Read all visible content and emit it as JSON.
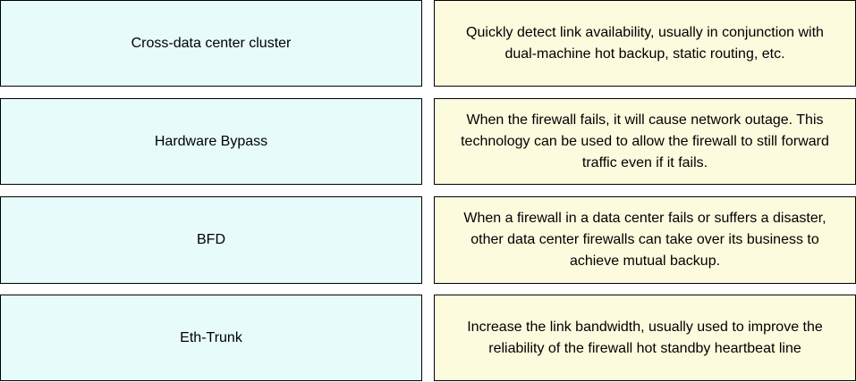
{
  "colors": {
    "term_box_fill": "#e7fbfb",
    "description_box_fill": "#fdfbde",
    "border": "#000000"
  },
  "terms": [
    "Cross-data center cluster",
    "Hardware Bypass",
    "BFD",
    "Eth-Trunk"
  ],
  "descriptions": [
    "Quickly detect link availability, usually in conjunction with dual-machine hot backup, static routing, etc.",
    "When the firewall fails, it will cause network outage. This technology can be used to allow the firewall to still forward traffic even if it fails.",
    "When a firewall in a data center fails or suffers a disaster, other data center firewalls can take over its business to achieve mutual backup.",
    "Increase the link bandwidth, usually used to improve the reliability of the firewall hot standby heartbeat line"
  ]
}
